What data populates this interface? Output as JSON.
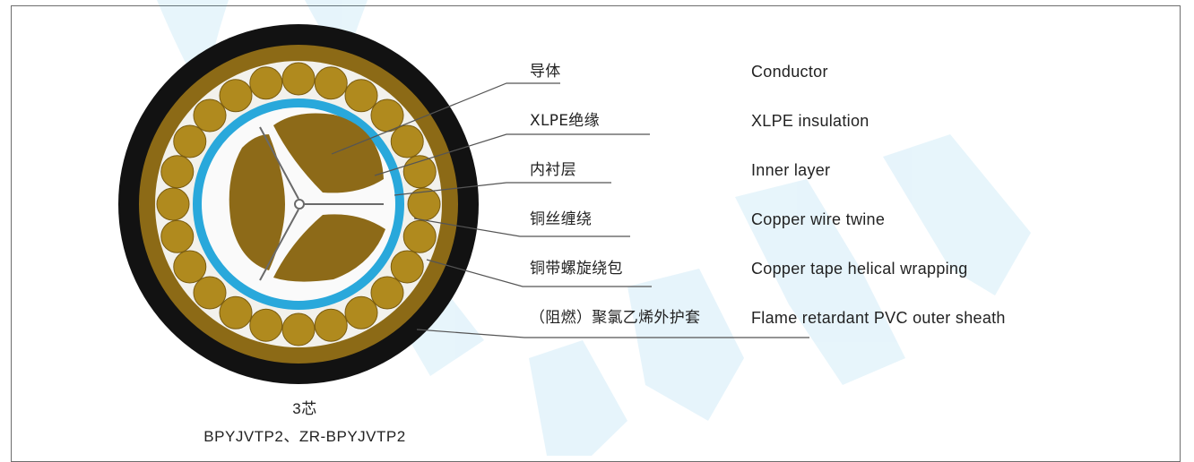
{
  "colors": {
    "sheath": "#121212",
    "filler": "#8c6a16",
    "wire": "#b08a1e",
    "tape": "#e9eaea",
    "bedding": "#29a8db",
    "inner": "#fafafa",
    "conductor": "#8d6a18",
    "watermark": "#3aa9e2"
  },
  "layers": [
    {
      "cn": "导体",
      "en": "Conductor"
    },
    {
      "cn": "XLPE绝缘",
      "en": "XLPE insulation"
    },
    {
      "cn": "内衬层",
      "en": "Inner layer"
    },
    {
      "cn": "铜丝缠绕",
      "en": "Copper wire twine"
    },
    {
      "cn": "铜带螺旋绕包",
      "en": "Copper tape helical wrapping"
    },
    {
      "cn": "（阻燃）聚氯乙烯外护套",
      "en": "Flame retardant PVC outer sheath"
    }
  ],
  "caption": {
    "cores": "3芯",
    "models": "BPYJVTP2、ZR-BPYJVTP2"
  }
}
